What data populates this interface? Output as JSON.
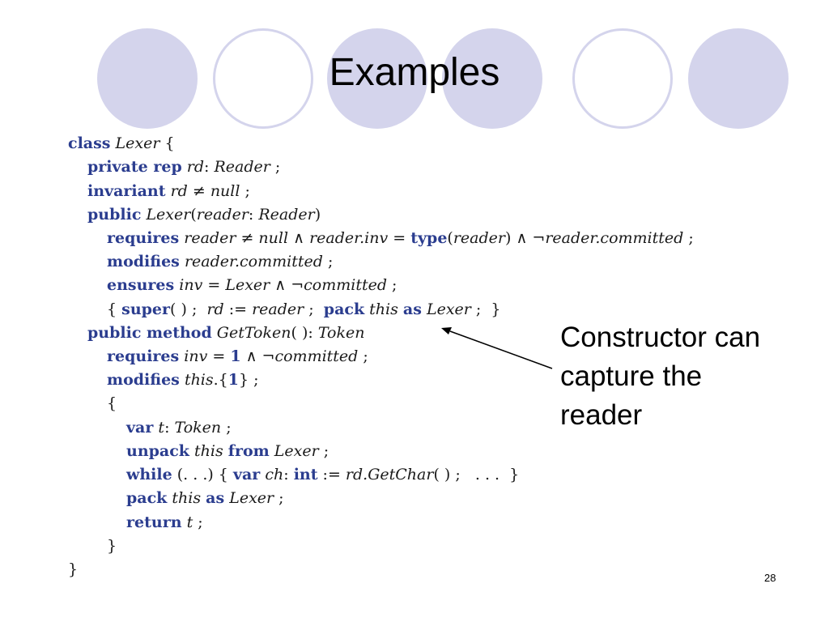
{
  "slide": {
    "title": "Examples",
    "page_number": "28",
    "decoration_color": "#d4d4ec",
    "code_lines": [
      [
        {
          "t": "class",
          "kw": true
        },
        {
          "t": " "
        },
        {
          "t": "Lexer",
          "i": true
        },
        {
          "t": " {"
        }
      ],
      [
        {
          "t": "private rep",
          "kw": true
        },
        {
          "t": " "
        },
        {
          "t": "rd",
          "i": true
        },
        {
          "t": ": "
        },
        {
          "t": "Reader",
          "i": true
        },
        {
          "t": " ;"
        }
      ],
      [
        {
          "t": "invariant",
          "kw": true
        },
        {
          "t": " "
        },
        {
          "t": "rd",
          "i": true
        },
        {
          "t": " ≠ "
        },
        {
          "t": "null",
          "i": true
        },
        {
          "t": " ;"
        }
      ],
      [
        {
          "t": "public",
          "kw": true
        },
        {
          "t": " "
        },
        {
          "t": "Lexer",
          "i": true
        },
        {
          "t": "("
        },
        {
          "t": "reader",
          "i": true
        },
        {
          "t": ": "
        },
        {
          "t": "Reader",
          "i": true
        },
        {
          "t": ")"
        }
      ],
      [
        {
          "t": "requires",
          "kw": true
        },
        {
          "t": " "
        },
        {
          "t": "reader",
          "i": true
        },
        {
          "t": " ≠ "
        },
        {
          "t": "null",
          "i": true
        },
        {
          "t": " ∧ "
        },
        {
          "t": "reader.inv",
          "i": true
        },
        {
          "t": " = "
        },
        {
          "t": "type",
          "kw": true
        },
        {
          "t": "("
        },
        {
          "t": "reader",
          "i": true
        },
        {
          "t": ") ∧ ¬"
        },
        {
          "t": "reader.committed",
          "i": true
        },
        {
          "t": " ;"
        }
      ],
      [
        {
          "t": "modifies",
          "kw": true
        },
        {
          "t": " "
        },
        {
          "t": "reader.committed",
          "i": true
        },
        {
          "t": " ;"
        }
      ],
      [
        {
          "t": "ensures",
          "kw": true
        },
        {
          "t": " "
        },
        {
          "t": "inv",
          "i": true
        },
        {
          "t": " = "
        },
        {
          "t": "Lexer",
          "i": true
        },
        {
          "t": " ∧ ¬"
        },
        {
          "t": "committed",
          "i": true
        },
        {
          "t": " ;"
        }
      ],
      [
        {
          "t": "{ "
        },
        {
          "t": "super",
          "kw": true
        },
        {
          "t": "( ) ;  "
        },
        {
          "t": "rd",
          "i": true
        },
        {
          "t": " := "
        },
        {
          "t": "reader",
          "i": true
        },
        {
          "t": " ;  "
        },
        {
          "t": "pack",
          "kw": true
        },
        {
          "t": " "
        },
        {
          "t": "this",
          "i": true
        },
        {
          "t": " "
        },
        {
          "t": "as",
          "kw": true
        },
        {
          "t": " "
        },
        {
          "t": "Lexer",
          "i": true
        },
        {
          "t": " ;  }"
        }
      ],
      [
        {
          "t": "public method",
          "kw": true
        },
        {
          "t": " "
        },
        {
          "t": "GetToken",
          "i": true
        },
        {
          "t": "( ): "
        },
        {
          "t": "Token",
          "i": true
        }
      ],
      [
        {
          "t": "requires",
          "kw": true
        },
        {
          "t": " "
        },
        {
          "t": "inv",
          "i": true
        },
        {
          "t": " = "
        },
        {
          "t": "1",
          "kw": true
        },
        {
          "t": " ∧ ¬"
        },
        {
          "t": "committed",
          "i": true
        },
        {
          "t": " ;"
        }
      ],
      [
        {
          "t": "modifies",
          "kw": true
        },
        {
          "t": " "
        },
        {
          "t": "this",
          "i": true
        },
        {
          "t": ".{"
        },
        {
          "t": "1",
          "kw": true
        },
        {
          "t": "} ;"
        }
      ],
      [
        {
          "t": "{"
        }
      ],
      [
        {
          "t": "var",
          "kw": true
        },
        {
          "t": " "
        },
        {
          "t": "t",
          "i": true
        },
        {
          "t": ": "
        },
        {
          "t": "Token",
          "i": true
        },
        {
          "t": " ;"
        }
      ],
      [
        {
          "t": "unpack",
          "kw": true
        },
        {
          "t": " "
        },
        {
          "t": "this",
          "i": true
        },
        {
          "t": " "
        },
        {
          "t": "from",
          "kw": true
        },
        {
          "t": " "
        },
        {
          "t": "Lexer",
          "i": true
        },
        {
          "t": " ;"
        }
      ],
      [
        {
          "t": "while",
          "kw": true
        },
        {
          "t": " (. . .) { "
        },
        {
          "t": "var",
          "kw": true
        },
        {
          "t": " "
        },
        {
          "t": "ch",
          "i": true
        },
        {
          "t": ": "
        },
        {
          "t": "int",
          "kw": true
        },
        {
          "t": " := "
        },
        {
          "t": "rd.GetChar",
          "i": true
        },
        {
          "t": "( ) ;   . . .  }"
        }
      ],
      [
        {
          "t": "pack",
          "kw": true
        },
        {
          "t": " "
        },
        {
          "t": "this",
          "i": true
        },
        {
          "t": " "
        },
        {
          "t": "as",
          "kw": true
        },
        {
          "t": " "
        },
        {
          "t": "Lexer",
          "i": true
        },
        {
          "t": " ;"
        }
      ],
      [
        {
          "t": "return",
          "kw": true
        },
        {
          "t": " "
        },
        {
          "t": "t",
          "i": true
        },
        {
          "t": " ;"
        }
      ],
      [
        {
          "t": "}"
        }
      ],
      [
        {
          "t": "}"
        }
      ]
    ],
    "callout": [
      "Constructor can",
      "capture the",
      "reader"
    ]
  }
}
